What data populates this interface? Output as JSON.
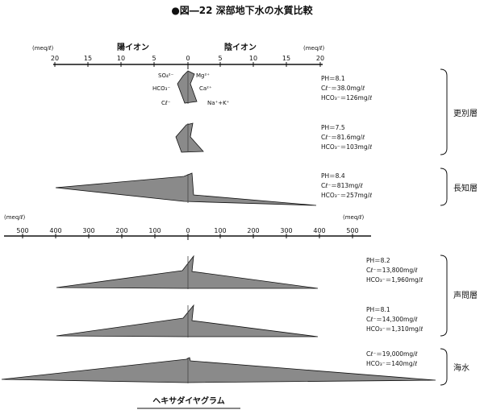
{
  "title": "●図―22 深部地下水の水質比較",
  "scale_top": {
    "unit_left": "(meq/ℓ)",
    "unit_right": "(meq/ℓ)",
    "label_left": "陽イオン",
    "label_right": "陰イオン",
    "ticks": [
      "20",
      "15",
      "10",
      "5",
      "0",
      "5",
      "10",
      "15",
      "20"
    ]
  },
  "scale_bottom": {
    "unit_left": "(meq/ℓ)",
    "unit_right": "(meq/ℓ)",
    "ticks": [
      "500",
      "400",
      "300",
      "200",
      "100",
      "0",
      "100",
      "200",
      "300",
      "400",
      "500"
    ]
  },
  "ion_labels": {
    "so4": "SO₄²⁻",
    "mg": "Mg²⁺",
    "hco3": "HCO₃⁻",
    "ca": "Ca²⁺",
    "cl": "Cℓ⁻",
    "nak": "Na⁺+K⁺"
  },
  "samples": [
    {
      "lines": [
        "PH＝8.1",
        "Cℓ⁻＝38.0mg/ℓ",
        "HCO₃⁻＝126mg/ℓ"
      ]
    },
    {
      "lines": [
        "PH＝7.5",
        "Cℓ⁻＝81.6mg/ℓ",
        "HCO₃⁻＝103mg/ℓ"
      ]
    },
    {
      "lines": [
        "PH＝8.4",
        "Cℓ⁻＝813mg/ℓ",
        "HCO₃⁻＝257mg/ℓ"
      ]
    },
    {
      "lines": [
        "PH＝8.2",
        "Cℓ⁻＝13,800mg/ℓ",
        "HCO₃⁻＝1,960mg/ℓ"
      ]
    },
    {
      "lines": [
        "PH＝8.1",
        "Cℓ⁻＝14,300mg/ℓ",
        "HCO₃⁻＝1,310mg/ℓ"
      ]
    },
    {
      "lines": [
        "Cℓ⁻＝19,000mg/ℓ",
        "HCO₃⁻＝140mg/ℓ"
      ]
    }
  ],
  "groups": {
    "g1": "更別層",
    "g2": "長知層",
    "g3": "声問層",
    "g4": "海水"
  },
  "caption": "ヘキサダイヤグラム"
}
